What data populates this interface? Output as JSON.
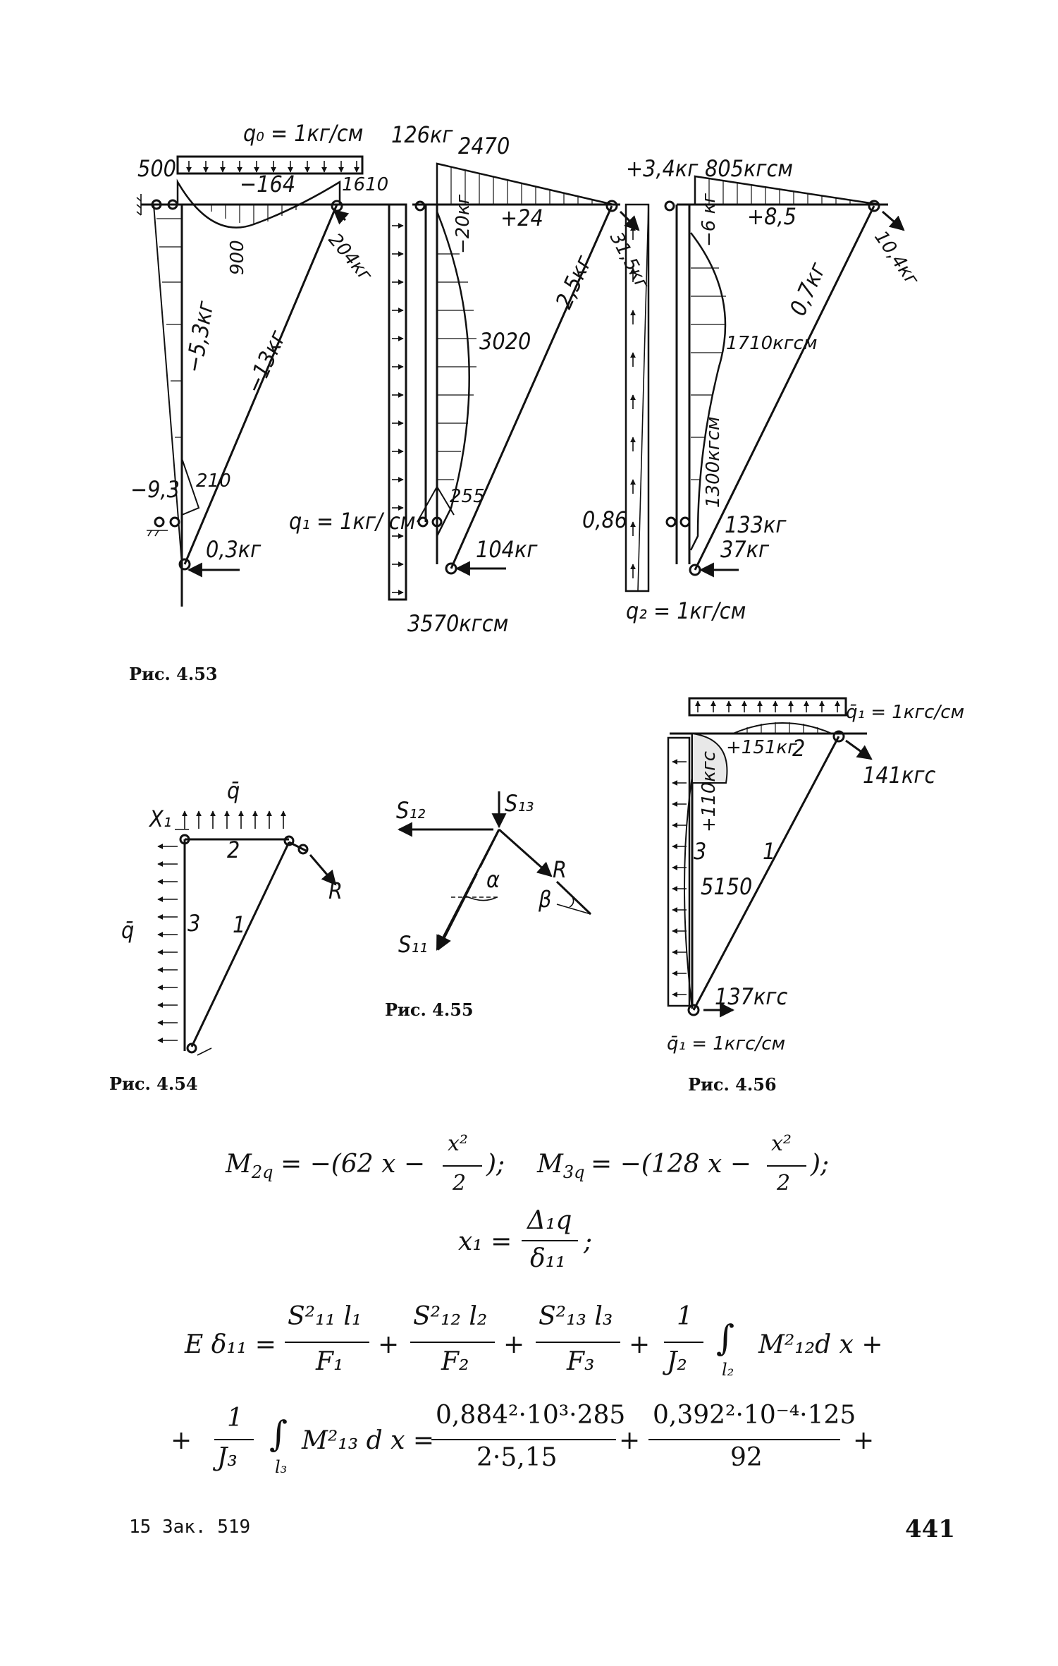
{
  "fig453": {
    "caption": "Рис. 4.53",
    "p1": {
      "q0": "q₀ = 1кг/см",
      "v500": "500",
      "v164": "−164",
      "v1610": "1610",
      "v900": "900",
      "v204": "204кг",
      "v53": "−5,3кг",
      "v13": "−13кг",
      "v93": "−9,3",
      "v210": "210",
      "v03": "0,3кг"
    },
    "p2": {
      "v126": "126кг",
      "v2470": "2470",
      "v20": "−20кг",
      "v24": "+24",
      "v315": "31,5кг",
      "v3020": "3020",
      "v25": "2,5кг",
      "v255": "255",
      "q1": "q₁ = 1кг/ см",
      "v104": "104кг",
      "v3570": "3570кгсм"
    },
    "p3": {
      "v34": "+3,4кг",
      "v805": "805кгсм",
      "v6": "−6 кг",
      "v85": "+8,5",
      "v104": "10,4кг",
      "v07": "0,7кг",
      "v1710": "1710кгсм",
      "v1300": "1300кгсм",
      "v086": "0,86",
      "v133": "133кг",
      "v37": "37кг",
      "q2": "q₂ = 1кг/см"
    }
  },
  "fig454": {
    "caption": "Рис. 4.54",
    "q_top": "q̄",
    "x1": "X₁",
    "n2": "2",
    "q_left": "q̄",
    "n3": "3",
    "n1": "1",
    "r": "R"
  },
  "fig455": {
    "caption": "Рис. 4.55",
    "s12": "S₁₂",
    "s13": "S₁₃",
    "alpha": "α",
    "r": "R",
    "beta": "β",
    "s11": "S₁₁"
  },
  "fig456": {
    "caption": "Рис. 4.56",
    "q1top": "q̄₁ = 1кгс/см",
    "v151": "+151кг",
    "n2": "2",
    "v141": "141кгс",
    "v110": "+110кгс",
    "n3": "3",
    "n1": "1",
    "v5150": "5150",
    "v137": "137кгс",
    "q1bot": "q̄₁ = 1кгс/см"
  },
  "formulas": {
    "m2q_lhs": "M",
    "m2q_sub": "2q",
    "m2q_rhs": "= −(62 x −",
    "x2": "x²",
    "two": "2",
    "m3q_lhs": "M",
    "m3q_sub": "3q",
    "m3q_rhs": "= −(128 x −",
    "x1_lhs": "x₁ =",
    "x1_num": "Δ₁q",
    "x1_den": "δ₁₁",
    "e_lhs": "E δ₁₁ =",
    "t1_num": "S²₁₁ l₁",
    "t1_den": "F₁",
    "t2_num": "S²₁₂ l₂",
    "t2_den": "F₂",
    "t3_num": "S²₁₃ l₃",
    "t3_den": "F₃",
    "t4_num": "1",
    "t4_den": "J₂",
    "t4_int": "∫",
    "t4_lim": "l₂",
    "t4_body": "M²₁₂d x +",
    "t5_num": "1",
    "t5_den": "J₃",
    "t5_int": "∫",
    "t5_lim": "l₃",
    "t5_body": "M²₁₃ d x =",
    "t6_num": "0,884²·10³·285",
    "t6_den": "2·5,15",
    "t7_num": "0,392²·10⁻⁴·125",
    "t7_den": "92"
  },
  "footer": {
    "left": "15  Зак. 519",
    "page": "441"
  }
}
